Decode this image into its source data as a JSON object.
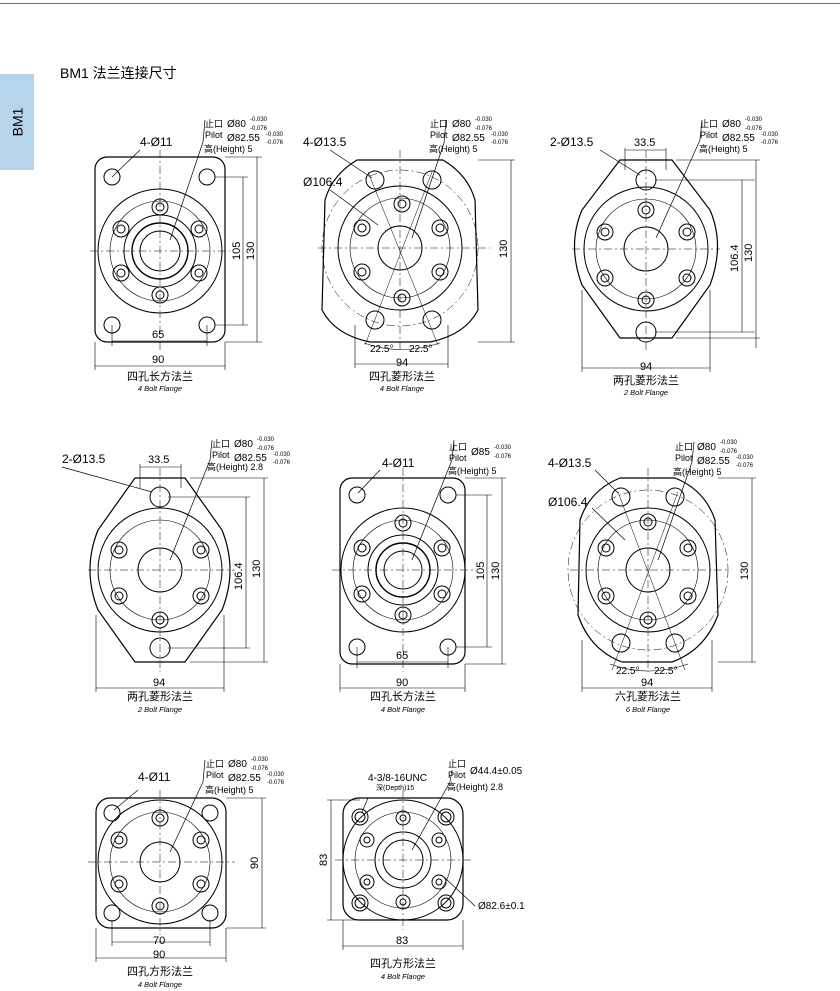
{
  "header": {
    "section_tab": "BM1",
    "title": "BM1 法兰连接尺寸"
  },
  "colors": {
    "ink": "#000000",
    "tab": "#b8d4ea",
    "rule": "#c8503a"
  },
  "flanges": [
    {
      "id": "f1",
      "type": "four-bolt-rect",
      "holes": "4-Ø11",
      "pilot": [
        {
          "cn": "止口",
          "en": "Pilot",
          "value": "Ø80",
          "sup": "-0.030",
          "sub": "-0.076"
        },
        {
          "value": "Ø82.55",
          "sup": "-0.030",
          "sub": "-0.076"
        }
      ],
      "height": "高(Height) 5",
      "dims": {
        "inner_vertical": "105",
        "outer_vertical": "130",
        "inner_horizontal": "65",
        "outer_horizontal": "90"
      },
      "caption_cn": "四孔长方法兰",
      "caption_en": "4 Bolt Flange"
    },
    {
      "id": "f2",
      "type": "four-bolt-diamond",
      "holes": "4-Ø13.5",
      "bolt_circle": "Ø106.4",
      "pilot": [
        {
          "cn": "止口",
          "en": "Pilot",
          "value": "Ø80",
          "sup": "-0.030",
          "sub": "-0.076"
        },
        {
          "value": "Ø82.55",
          "sup": "-0.030",
          "sub": "-0.076"
        }
      ],
      "height": "高(Height) 5",
      "dims": {
        "outer_vertical": "130",
        "bottom": "94",
        "angle_left": "22.5°",
        "angle_right": "22.5°"
      },
      "caption_cn": "四孔菱形法兰",
      "caption_en": "4 Bolt Flange"
    },
    {
      "id": "f3",
      "type": "two-bolt-diamond",
      "holes": "2-Ø13.5",
      "spacing": "33.5",
      "pilot": [
        {
          "cn": "止口",
          "en": "Pilot",
          "value": "Ø80",
          "sup": "-0.030",
          "sub": "-0.076"
        },
        {
          "value": "Ø82.55",
          "sup": "-0.030",
          "sub": "-0.076"
        }
      ],
      "height": "高(Height) 5",
      "dims": {
        "inner_vertical": "106.4",
        "outer_vertical": "130",
        "bottom": "94"
      },
      "caption_cn": "两孔菱形法兰",
      "caption_en": "2 Bolt Flange"
    },
    {
      "id": "f4",
      "type": "two-bolt-diamond",
      "holes": "2-Ø13.5",
      "spacing": "33.5",
      "pilot": [
        {
          "cn": "止口",
          "en": "Pilot",
          "value": "Ø80",
          "sup": "-0.030",
          "sub": "-0.076"
        },
        {
          "value": "Ø82.55",
          "sup": "-0.030",
          "sub": "-0.076"
        }
      ],
      "height": "高(Height) 2.8",
      "dims": {
        "inner_vertical": "106.4",
        "outer_vertical": "130",
        "bottom": "94"
      },
      "caption_cn": "两孔菱形法兰",
      "caption_en": "2 Bolt Flange"
    },
    {
      "id": "f5",
      "type": "four-bolt-rect",
      "holes": "4-Ø11",
      "pilot": [
        {
          "cn": "止口",
          "en": "Pilot",
          "value": "Ø85",
          "sup": "-0.030",
          "sub": "-0.076"
        }
      ],
      "height": "高(Height) 5",
      "dims": {
        "inner_vertical": "105",
        "outer_vertical": "130",
        "inner_horizontal": "65",
        "outer_horizontal": "90"
      },
      "caption_cn": "四孔长方法兰",
      "caption_en": "4 Bolt Flange"
    },
    {
      "id": "f6",
      "type": "six-bolt",
      "holes": "4-Ø13.5",
      "bolt_circle": "Ø106.4",
      "pilot": [
        {
          "cn": "止口",
          "en": "Pilot",
          "value": "Ø80",
          "sup": "-0.030",
          "sub": "-0.076"
        },
        {
          "value": "Ø82.55",
          "sup": "-0.030",
          "sub": "-0.076"
        }
      ],
      "height": "高(Height) 5",
      "dims": {
        "outer_vertical": "130",
        "bottom": "94",
        "angle_left": "22.5°",
        "angle_right": "22.5°"
      },
      "caption_cn": "六孔菱形法兰",
      "caption_en": "6 Bolt Flange"
    },
    {
      "id": "f7",
      "type": "four-bolt-square",
      "holes": "4-Ø11",
      "pilot": [
        {
          "cn": "止口",
          "en": "Pilot",
          "value": "Ø80",
          "sup": "-0.030",
          "sub": "-0.076"
        },
        {
          "value": "Ø82.55",
          "sup": "-0.030",
          "sub": "-0.076"
        }
      ],
      "height": "高(Height) 5",
      "dims": {
        "outer_vertical": "90",
        "inner_horizontal": "70",
        "outer_horizontal": "90"
      },
      "caption_cn": "四孔方形法兰",
      "caption_en": "4 Bolt Flange"
    },
    {
      "id": "f8",
      "type": "four-bolt-square-threaded",
      "holes": "4-3/8-16UNC",
      "depth": "深(Depth)15",
      "pilot": [
        {
          "cn": "止口",
          "en": "Pilot",
          "value": "Ø44.4±0.05"
        }
      ],
      "height": "高(Height) 2.8",
      "bolt_circle": "Ø82.6±0.1",
      "dims": {
        "left_vertical": "83",
        "bottom": "83"
      },
      "caption_cn": "四孔方形法兰",
      "caption_en": "4 Bolt Flange"
    }
  ]
}
